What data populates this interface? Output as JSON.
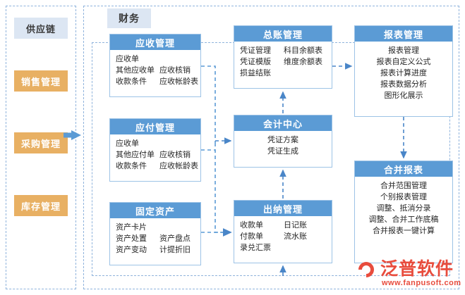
{
  "theme": {
    "header_blue": "#5B9BD5",
    "card_border": "#9DC3E6",
    "dashed_border": "#8FB3DC",
    "chip_blue_bg": "#DCE6F3",
    "chip_orange_bg": "#E8B063",
    "arrow_blue": "#4A86C8",
    "watermark_red": "#E84C3D"
  },
  "supply_chain": {
    "title": "供应链",
    "items": [
      {
        "label": "销售管理"
      },
      {
        "label": "采购管理"
      },
      {
        "label": "库存管理"
      }
    ]
  },
  "finance": {
    "title": "财务",
    "cards": [
      {
        "id": "ar",
        "title": "应收管理",
        "rows": [
          {
            "c1": "应收单",
            "c2": ""
          },
          {
            "c1": "其他应收单",
            "c2": "应收核销"
          },
          {
            "c1": "收款条件",
            "c2": "应收帐龄表"
          }
        ]
      },
      {
        "id": "ap",
        "title": "应付管理",
        "rows": [
          {
            "c1": "应收单",
            "c2": ""
          },
          {
            "c1": "其他应付单",
            "c2": "应收核销"
          },
          {
            "c1": "收款条件",
            "c2": "应收帐龄表"
          }
        ]
      },
      {
        "id": "fa",
        "title": "固定资产",
        "rows": [
          {
            "c1": "资产卡片",
            "c2": ""
          },
          {
            "c1": "资产处置",
            "c2": "资产盘点"
          },
          {
            "c1": "资产变动",
            "c2": "计提折旧"
          }
        ]
      },
      {
        "id": "gl",
        "title": "总账管理",
        "rows": [
          {
            "c1": "凭证管理",
            "c2": "科目余额表"
          },
          {
            "c1": "凭证模版",
            "c2": "维度余额表"
          },
          {
            "c1": "损益结账",
            "c2": ""
          }
        ]
      },
      {
        "id": "acc",
        "title": "会计中心",
        "rows": [
          {
            "c1": "凭证方案"
          },
          {
            "c1": "凭证生成"
          }
        ]
      },
      {
        "id": "cash",
        "title": "出纳管理",
        "rows": [
          {
            "c1": "收款单",
            "c2": "日记账"
          },
          {
            "c1": "付款单",
            "c2": "流水账"
          },
          {
            "c1": "录兑汇票",
            "c2": ""
          }
        ]
      },
      {
        "id": "rep",
        "title": "报表管理",
        "rows": [
          {
            "c1": "报表管理"
          },
          {
            "c1": "报表自定义公式"
          },
          {
            "c1": "报表计算进度"
          },
          {
            "c1": "报表数据分析"
          },
          {
            "c1": "图形化展示"
          }
        ]
      },
      {
        "id": "con",
        "title": "合并报表",
        "rows": [
          {
            "c1": "合并范围管理"
          },
          {
            "c1": "个别报表管理"
          },
          {
            "c1": "调整、抵消分录"
          },
          {
            "c1": "调整、合并工作底稿"
          },
          {
            "c1": "合并报表一键计算"
          }
        ]
      }
    ]
  },
  "watermark": {
    "brand": "泛普软件",
    "url": "www.fanpusoft.com"
  }
}
